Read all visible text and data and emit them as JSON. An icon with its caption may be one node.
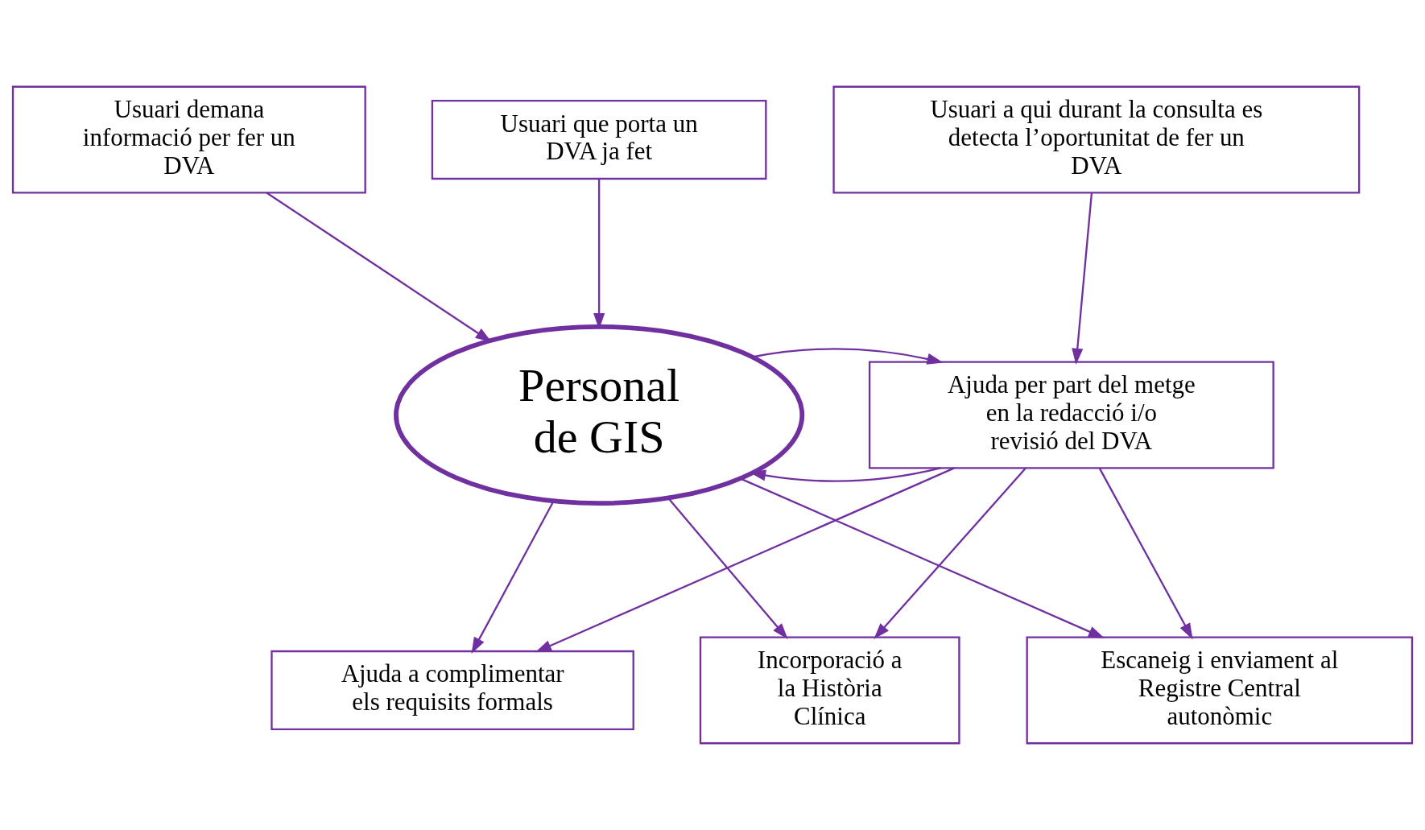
{
  "diagram": {
    "nodes": [
      {
        "text": [
          "Usuari que porta un DVA ja fet"
        ]
      },
      {
        "text": [
          "Usuari demana informació per fer un DVA"
        ]
      },
      {
        "text": [
          "Usuari a qui durant la consulta es detecta l’oportunitat de fer un DVA"
        ]
      },
      {
        "text": [
          "Personal de GIS"
        ]
      },
      {
        "text": [
          "Ajuda per part del metge en la redacció i/o revisió del DVA"
        ]
      },
      {
        "text": [
          "Ajuda a complimentar els requisits formals"
        ]
      },
      {
        "text": [
          "Incorporació a la Història Clínica"
        ]
      },
      {
        "text": [
          "Escaneig i enviament al Registre Central autonòmic"
        ]
      }
    ],
    "edges": [
      {
        "from": 0,
        "to": 3,
        "arrow": "to"
      },
      {
        "from": 1,
        "to": 3,
        "arrow": "to"
      },
      {
        "from": 2,
        "to": 4,
        "arrow": "to"
      },
      {
        "from": 4,
        "to": 3,
        "arrow": "to"
      },
      {
        "from": 3,
        "to": 4,
        "arrow": "to"
      },
      {
        "from": 3,
        "to": 5,
        "arrow": "to"
      },
      {
        "from": 3,
        "to": 6,
        "arrow": "to"
      },
      {
        "from": 3,
        "to": 7,
        "arrow": "to"
      },
      {
        "from": 4,
        "to": 5,
        "arrow": "to"
      },
      {
        "from": 4,
        "to": 6,
        "arrow": "to"
      },
      {
        "from": 4,
        "to": 7,
        "arrow": "to"
      }
    ]
  }
}
